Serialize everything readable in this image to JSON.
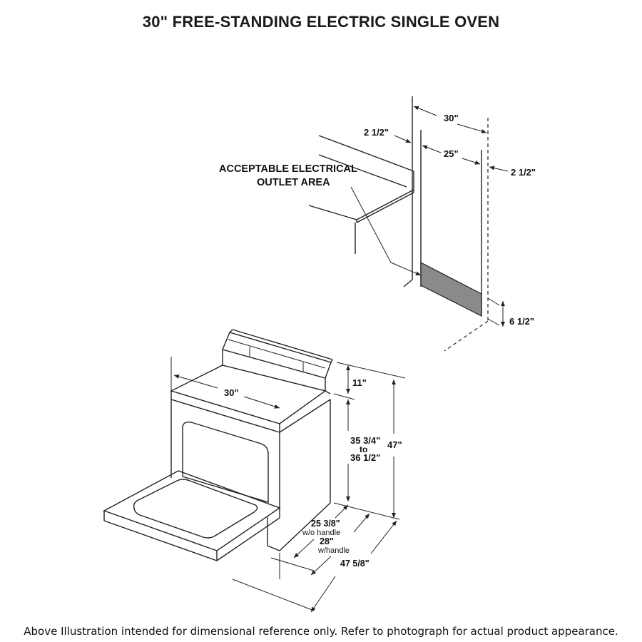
{
  "title": "30\" FREE-STANDING ELECTRIC SINGLE OVEN",
  "outlet_diagram": {
    "callout_line1": "ACCEPTABLE ELECTRICAL",
    "callout_line2": "OUTLET AREA",
    "dim_cabinet_width": "30\"",
    "dim_outlet_width": "25\"",
    "dim_left_offset": "2 1/2\"",
    "dim_right_offset": "2 1/2\"",
    "dim_outlet_height": "6 1/2\"",
    "outlet_area_color": "#8a8a8a"
  },
  "oven_diagram": {
    "dim_width": "30\"",
    "dim_backguard_height": "11\"",
    "dim_cooktop_height_line1": "35 3/4\"",
    "dim_cooktop_height_line2": "to",
    "dim_cooktop_height_line3": "36 1/2\"",
    "dim_total_height": "47\"",
    "dim_depth_no_handle": "25 3/8\"",
    "dim_depth_no_handle_note": "w/o handle",
    "dim_depth_handle": "28\"",
    "dim_depth_handle_note": "w/handle",
    "dim_depth_door_open": "47 5/8\""
  },
  "footnote": "Above Illustration intended for dimensional reference only. Refer to photograph for actual product appearance."
}
